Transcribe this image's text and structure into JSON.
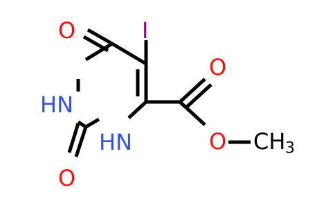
{
  "molecule": {
    "atoms": {
      "iodine": "I",
      "oxygen_top": "O",
      "nh_left": "HN",
      "nh_bottom": "HN",
      "oxygen_bottom": "O",
      "oxygen_ester_carbonyl": "O",
      "oxygen_ester_link": "O",
      "methyl_main": "CH",
      "methyl_subscript": "3"
    }
  },
  "colors": {
    "bond": "#000000",
    "iodine": "#940094",
    "oxygen": "#ff0d0d",
    "nitrogen": "#3050f8",
    "carbon": "#000000"
  }
}
